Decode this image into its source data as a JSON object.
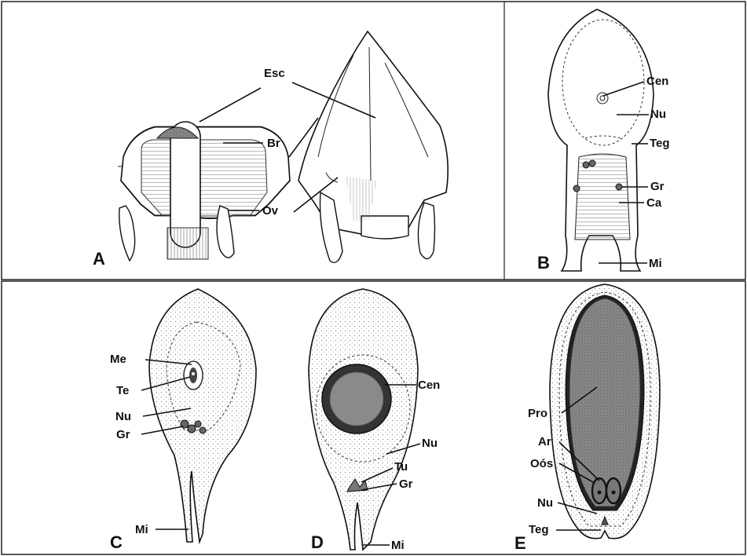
{
  "panels": {
    "a": {
      "letter": "A",
      "labels": {
        "esc": "Esc",
        "br": "Br",
        "ov": "Ov"
      }
    },
    "b": {
      "letter": "B",
      "labels": {
        "cen": "Cen",
        "nu": "Nu",
        "teg": "Teg",
        "gr": "Gr",
        "ca": "Ca",
        "mi": "Mi"
      }
    },
    "c": {
      "letter": "C",
      "labels": {
        "me": "Me",
        "te": "Te",
        "nu": "Nu",
        "gr": "Gr",
        "mi": "Mi"
      }
    },
    "d": {
      "letter": "D",
      "labels": {
        "cen": "Cen",
        "nu": "Nu",
        "tu": "Tu",
        "gr": "Gr",
        "mi": "Mi"
      }
    },
    "e": {
      "letter": "E",
      "labels": {
        "pro": "Pro",
        "ar": "Ar",
        "oos": "Oós",
        "nu": "Nu",
        "teg": "Teg"
      }
    }
  }
}
